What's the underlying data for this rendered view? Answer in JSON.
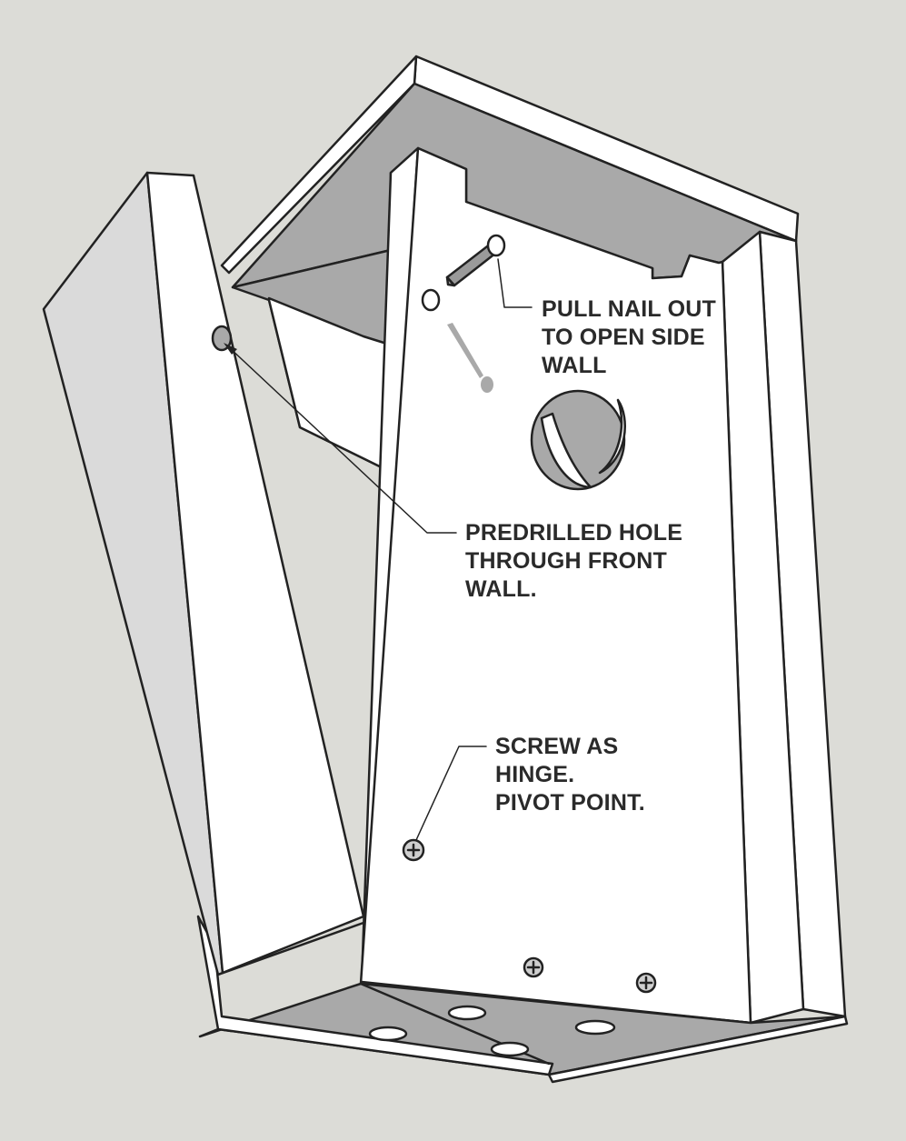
{
  "colors": {
    "background": "#dcdcd7",
    "wood_face": "#ffffff",
    "shadow_face": "#a9a9a9",
    "door_face": "#dadada",
    "outline": "#222222",
    "text": "#2a2a2a"
  },
  "callouts": {
    "nail": {
      "lines": [
        "PULL NAIL OUT",
        "TO OPEN SIDE",
        "WALL"
      ]
    },
    "hole": {
      "lines": [
        "PREDRILLED HOLE",
        "THROUGH FRONT",
        "WALL."
      ]
    },
    "screw": {
      "lines": [
        "SCREW AS",
        "HINGE.",
        "PIVOT POINT."
      ]
    }
  },
  "icons": {
    "hinge_screw": "phillips-screw-icon",
    "bottom_screws": "phillips-screw-icon",
    "nail": "nail-icon"
  }
}
